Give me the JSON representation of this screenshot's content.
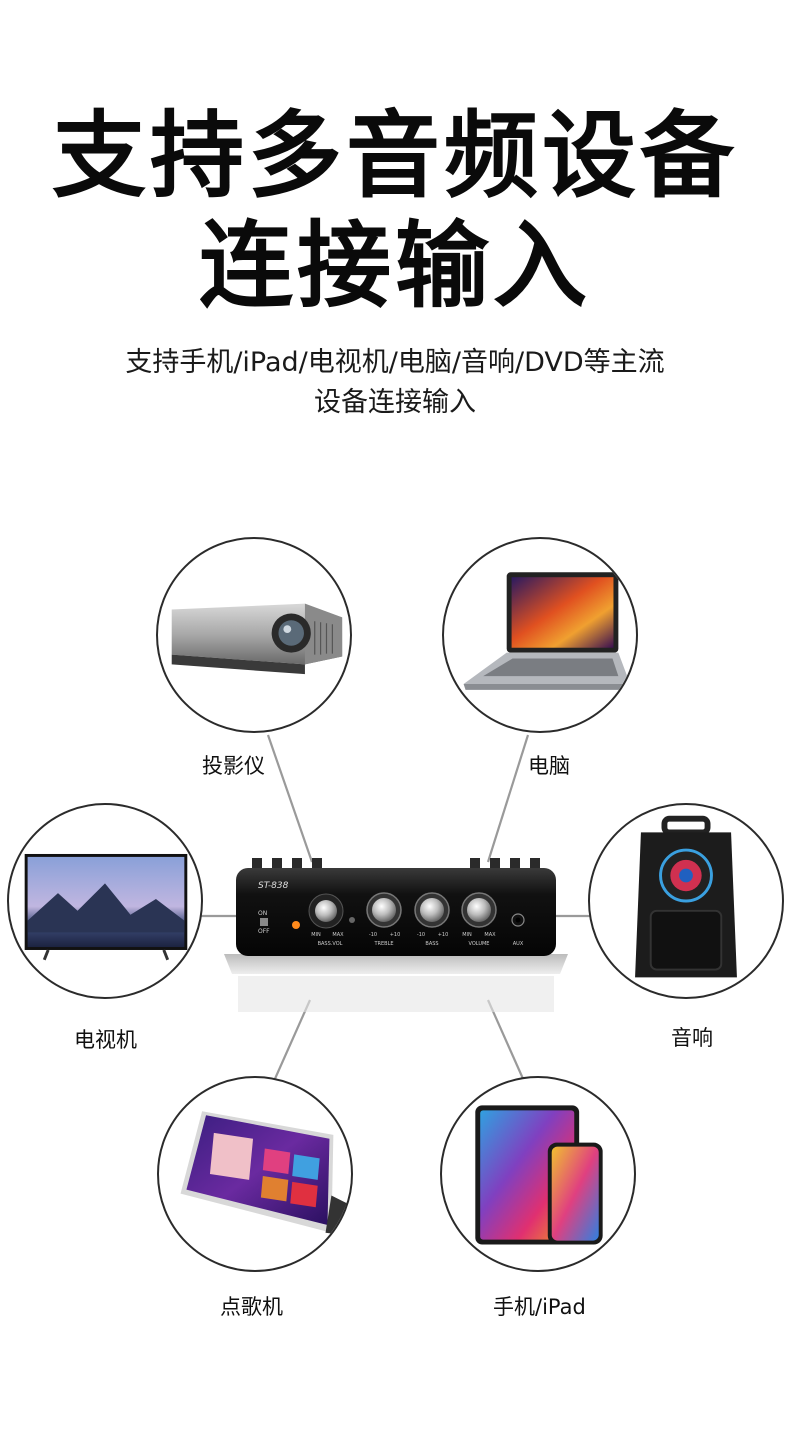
{
  "headline": {
    "line1": "支持多音频设备",
    "line2": "连接输入"
  },
  "subtitle": {
    "line1": "支持手机/iPad/电视机/电脑/音响/DVD等主流",
    "line2": "设备连接输入"
  },
  "amplifier": {
    "model": "ST-838",
    "on_label": "ON",
    "off_label": "OFF",
    "knobs": [
      {
        "name": "BASS.VOL",
        "min": "MIN",
        "max": "MAX"
      },
      {
        "name": "TREBLE",
        "min": "-10",
        "max": "+10"
      },
      {
        "name": "BASS",
        "min": "-10",
        "max": "+10"
      },
      {
        "name": "VOLUME",
        "min": "MIN",
        "max": "MAX"
      }
    ],
    "aux_label": "AUX"
  },
  "devices": [
    {
      "id": "projector",
      "label": "投影仪",
      "icon": "projector-icon"
    },
    {
      "id": "laptop",
      "label": "电脑",
      "icon": "laptop-icon"
    },
    {
      "id": "tv",
      "label": "电视机",
      "icon": "tv-icon"
    },
    {
      "id": "speaker",
      "label": "音响",
      "icon": "speaker-icon"
    },
    {
      "id": "karaoke",
      "label": "点歌机",
      "icon": "karaoke-machine-icon"
    },
    {
      "id": "phone",
      "label": "手机/iPad",
      "icon": "phone-tablet-icon"
    }
  ],
  "colors": {
    "text": "#0a0a0a",
    "line": "#999999",
    "amp_body": "#1b1b1b",
    "accent_led": "#ff8a1c"
  }
}
